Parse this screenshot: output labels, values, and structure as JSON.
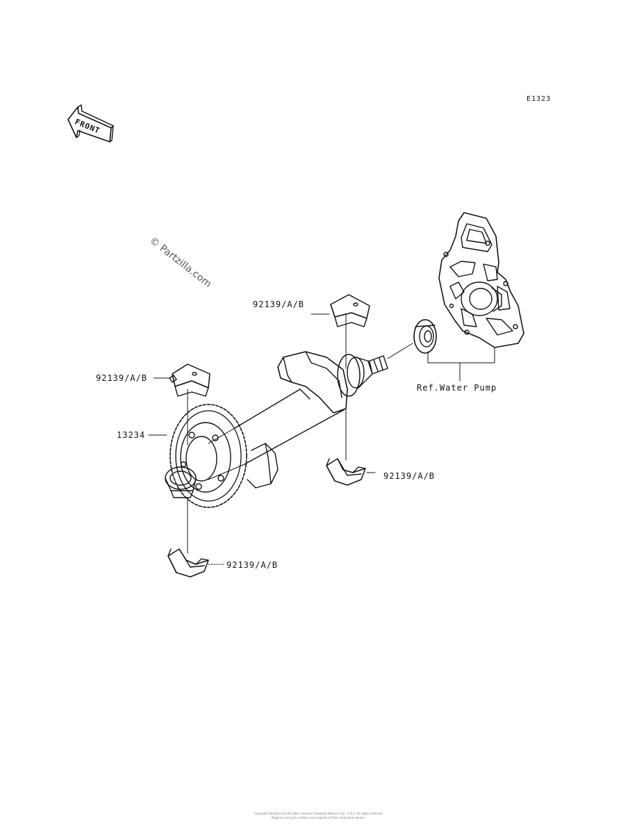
{
  "diagram": {
    "id": "E1323",
    "front_marker": "FRONT",
    "watermark": "© Partzilla.com",
    "callouts": {
      "bearing_upper_right": "92139/A/B",
      "bearing_upper_left": "92139/A/B",
      "gear": "13234",
      "bearing_lower_right": "92139/A/B",
      "bearing_lower_left": "92139/A/B",
      "water_pump_ref": "Ref.Water Pump"
    },
    "footer": {
      "line1": "Copyright Partzilla.com All rights reserved. Kawasaki Motors Corp., U.S.A. All rights reserved.",
      "line2": "Diagram and part numbers are property of their respective owners."
    }
  },
  "colors": {
    "line": "#111111",
    "watermark": "#555555"
  }
}
